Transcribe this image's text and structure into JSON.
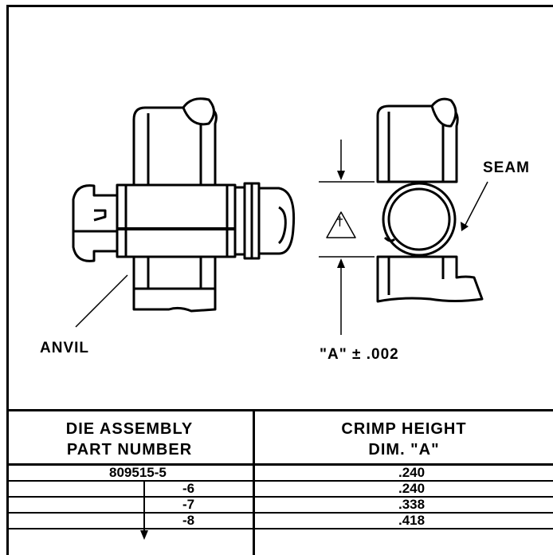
{
  "drawing": {
    "anvil_label": "ANVIL",
    "seam_label": "SEAM",
    "note_symbol": "†",
    "dim_label": "\"A\" ± .002"
  },
  "table": {
    "col1_header_line1": "DIE ASSEMBLY",
    "col1_header_line2": "PART NUMBER",
    "col2_header_line1": "CRIMP HEIGHT",
    "col2_header_line2": "DIM. \"A\"",
    "rows": [
      {
        "part": "809515-5",
        "height": ".240"
      },
      {
        "part": "-6",
        "height": ".240"
      },
      {
        "part": "-7",
        "height": ".338"
      },
      {
        "part": "-8",
        "height": ".418"
      }
    ]
  }
}
